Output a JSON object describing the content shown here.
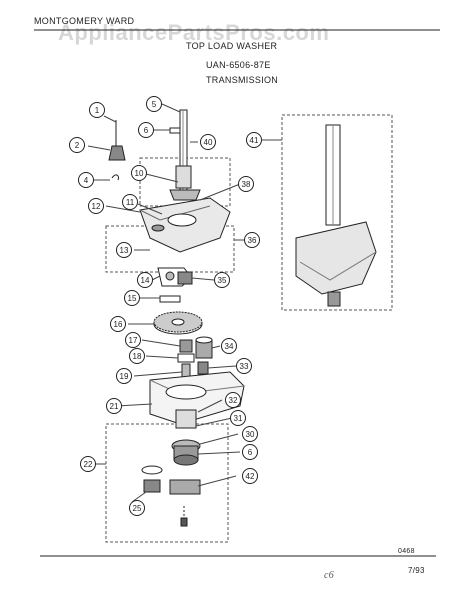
{
  "header": {
    "brand": "MONTGOMERY WARD",
    "appliance": "TOP LOAD WASHER",
    "model": "UAN-6506-87E",
    "section": "TRANSMISSION"
  },
  "watermark": "AppliancePartsPros.com",
  "footer": {
    "code": "0468",
    "date": "7/93",
    "handwritten": "c6"
  },
  "callouts": [
    "1",
    "2",
    "4",
    "5",
    "6",
    "10",
    "11",
    "12",
    "13",
    "14",
    "15",
    "16",
    "17",
    "18",
    "19",
    "21",
    "22",
    "25",
    "30",
    "31",
    "32",
    "33",
    "34",
    "35",
    "36",
    "38",
    "40",
    "41",
    "42",
    "6"
  ],
  "colors": {
    "ink": "#222222",
    "watermark": "#9a9a9a"
  }
}
